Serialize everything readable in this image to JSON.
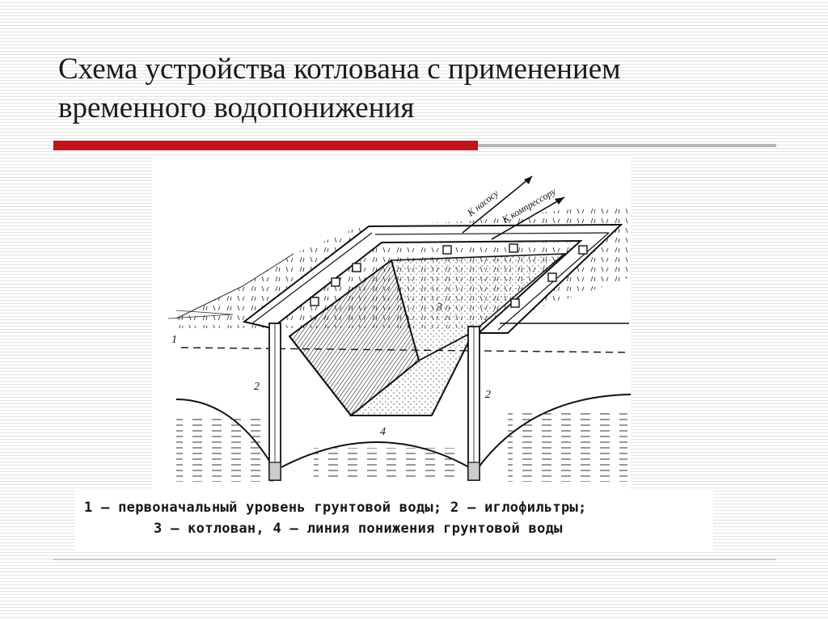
{
  "slide": {
    "title_line1": "Схема устройства котлована с применением",
    "title_line2": "временного водопонижения"
  },
  "diagram": {
    "label_pump": "К насосу",
    "label_compressor": "К компрессору",
    "label_1": "1",
    "label_2_left": "2",
    "label_2_right": "2",
    "label_3": "3",
    "label_4": "4"
  },
  "caption": {
    "line1": "1 — первоначальный уровень грунтовой воды; 2 — иглофильтры;",
    "line2": "3 — котлован, 4 — линия понижения грунтовой воды"
  },
  "colors": {
    "accent_red": "#c0141c",
    "rule_gray": "#b5b5b5"
  }
}
